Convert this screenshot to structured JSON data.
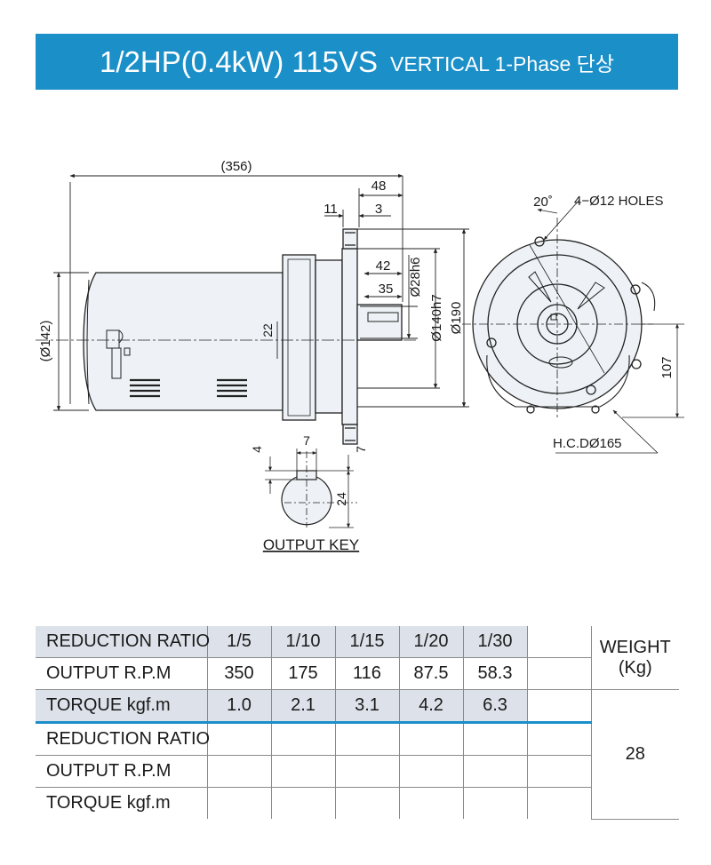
{
  "header": {
    "title": "1/2HP(0.4kW) 115VS",
    "subtitle": "VERTICAL 1-Phase 단상",
    "color": "#1a8fc8"
  },
  "drawing": {
    "length": "(356)",
    "dim_48": "48",
    "dim_11": "11",
    "dim_3": "3",
    "dim_42": "42",
    "dim_35": "35",
    "dim_28": "Ø28h6",
    "dim_140": "Ø140h7",
    "dim_190": "Ø190",
    "dim_142": "(Ø142)",
    "dim_22": "22",
    "angle": "20˚",
    "holes": "4−Ø12 HOLES",
    "dim_107": "107",
    "pcd": "H.C.DØ165"
  },
  "key": {
    "dim_7w": "7",
    "dim_4": "4",
    "dim_7h": "7",
    "dim_24": "24",
    "label": "OUTPUT KEY"
  },
  "table": {
    "rows": [
      {
        "label": "REDUCTION  RATIO",
        "values": [
          "1/5",
          "1/10",
          "1/15",
          "1/20",
          "1/30",
          ""
        ]
      },
      {
        "label": "OUTPUT  R.P.M",
        "values": [
          "350",
          "175",
          "116",
          "87.5",
          "58.3",
          ""
        ]
      },
      {
        "label": "TORQUE  kgf.m",
        "values": [
          "1.0",
          "2.1",
          "3.1",
          "4.2",
          "6.3",
          ""
        ]
      },
      {
        "label": "REDUCTION  RATIO",
        "values": [
          "",
          "",
          "",
          "",
          "",
          ""
        ]
      },
      {
        "label": "OUTPUT  R.P.M",
        "values": [
          "",
          "",
          "",
          "",
          "",
          ""
        ]
      },
      {
        "label": "TORQUE  kgf.m",
        "values": [
          "",
          "",
          "",
          "",
          "",
          ""
        ]
      }
    ],
    "weight_label_1": "WEIGHT",
    "weight_label_2": "(Kg)",
    "weight_value": "28"
  }
}
